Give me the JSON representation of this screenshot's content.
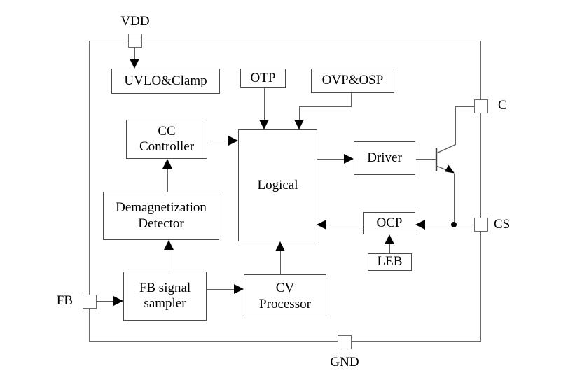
{
  "diagram": {
    "type": "ic-functional-block-diagram",
    "pins": {
      "vdd": {
        "label": "VDD"
      },
      "c": {
        "label": "C"
      },
      "cs": {
        "label": "CS"
      },
      "fb": {
        "label": "FB"
      },
      "gnd": {
        "label": "GND"
      }
    },
    "blocks": {
      "uvlo": {
        "label": "UVLO&Clamp"
      },
      "otp": {
        "label": "OTP"
      },
      "ovp": {
        "label": "OVP&OSP"
      },
      "cc": {
        "label": "CC\nController"
      },
      "logical": {
        "label": "Logical"
      },
      "driver": {
        "label": "Driver"
      },
      "ocp": {
        "label": "OCP"
      },
      "leb": {
        "label": "LEB"
      },
      "demag": {
        "label": "Demagnetization\nDetector"
      },
      "fbsampler": {
        "label": "FB signal\nsampler"
      },
      "cv": {
        "label": "CV\nProcessor"
      }
    },
    "connections": [
      "VDD -> UVLO&Clamp",
      "OTP -> Logical",
      "OVP&OSP -> Logical",
      "CC Controller -> Logical",
      "Demagnetization Detector -> CC Controller",
      "FB signal sampler -> Demagnetization Detector",
      "FB -> FB signal sampler",
      "FB signal sampler -> CV Processor",
      "CV Processor -> Logical",
      "Logical -> Driver",
      "Driver -> transistor base",
      "transistor collector -> C",
      "transistor emitter -> CS",
      "CS node -> OCP",
      "OCP -> Logical",
      "LEB -> OCP"
    ],
    "colors": {
      "background": "#ffffff",
      "line": "#5f5f5f",
      "block_border": "#4a4a4a",
      "arrow": "#000000",
      "text": "#000000"
    }
  }
}
